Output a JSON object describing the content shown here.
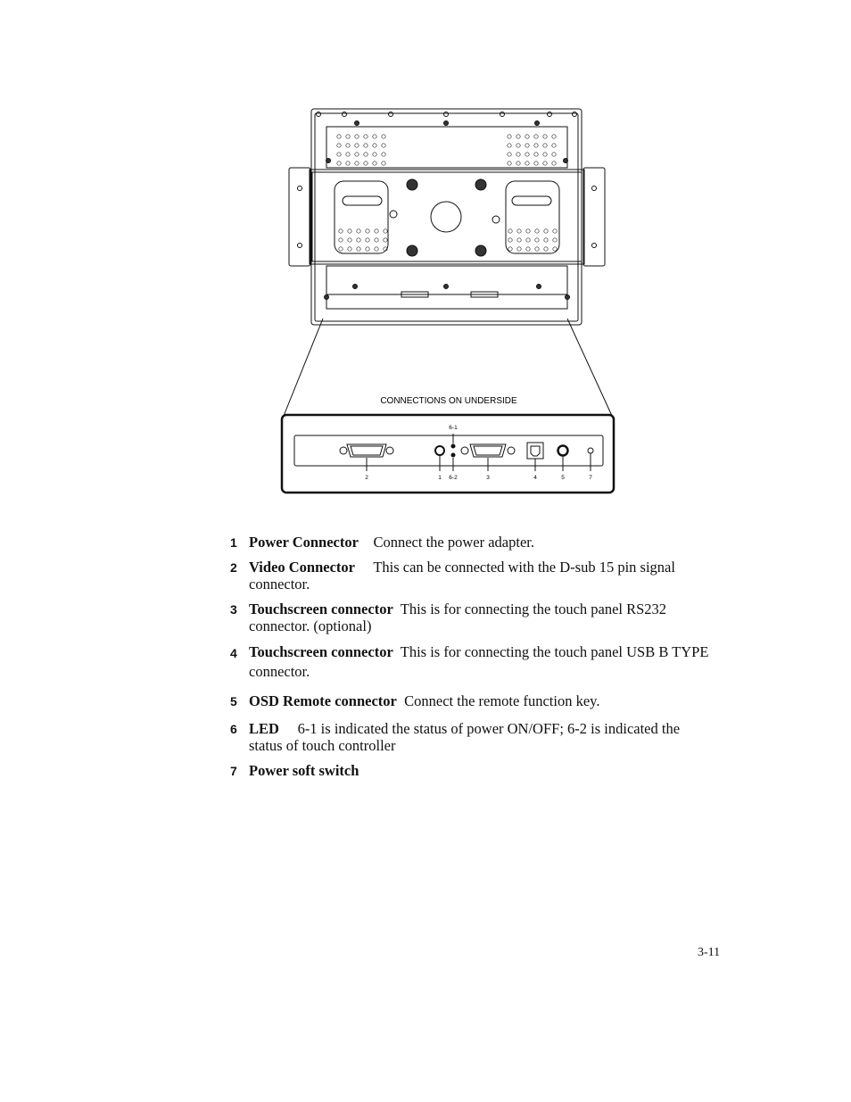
{
  "figure": {
    "caption": "CONNECTIONS ON UNDERSIDE",
    "port_labels": [
      "2",
      "1",
      "6-2",
      "3",
      "4",
      "5",
      "7"
    ],
    "led_top_label": "6-1"
  },
  "items": [
    {
      "num": "1",
      "term": "Power Connector",
      "gap": "   ",
      "desc": "Connect the power adapter."
    },
    {
      "num": "2",
      "term": "Video Connector",
      "gap": "    ",
      "desc": "This can be connected with the D-sub 15 pin signal connector."
    },
    {
      "num": "3",
      "term": "Touchscreen connector",
      "gap": " ",
      "desc": "This is for connecting the touch panel RS232 connector. (optional)"
    },
    {
      "num": "4",
      "term": "Touchscreen connector",
      "gap": " ",
      "desc": "This is for connecting the touch panel USB B TYPE connector."
    },
    {
      "num": "5",
      "term": "OSD Remote connector",
      "gap": " ",
      "desc": "Connect the remote function key."
    },
    {
      "num": "6",
      "term": "LED",
      "gap": "    ",
      "desc": "6-1 is indicated the status of power ON/OFF; 6-2 is indicated the status of touch controller"
    },
    {
      "num": "7",
      "term": "Power soft switch",
      "gap": "",
      "desc": ""
    }
  ],
  "page_number": "3-11"
}
